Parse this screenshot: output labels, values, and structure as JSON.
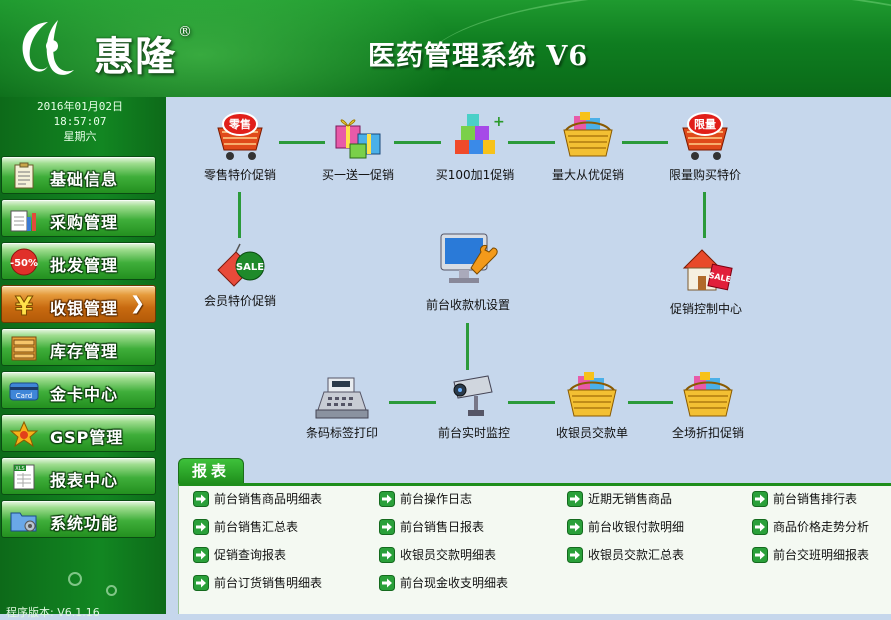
{
  "header": {
    "brand": "惠隆",
    "registered": "®",
    "app_title": "医药管理系统 V6"
  },
  "sidebar": {
    "date": "2016年01月02日",
    "time": "18:57:07",
    "weekday": "星期六",
    "version_text": "程序版本: V6.1.16",
    "items": [
      {
        "label": "基础信息",
        "icon": "clipboard-icon"
      },
      {
        "label": "采购管理",
        "icon": "bar-chart-icon"
      },
      {
        "label": "批发管理",
        "icon": "discount-50-icon"
      },
      {
        "label": "收银管理",
        "icon": "yen-icon",
        "active": true
      },
      {
        "label": "库存管理",
        "icon": "cabinet-icon"
      },
      {
        "label": "金卡中心",
        "icon": "card-icon"
      },
      {
        "label": "GSP管理",
        "icon": "star-icon"
      },
      {
        "label": "报表中心",
        "icon": "xls-icon"
      },
      {
        "label": "系统功能",
        "icon": "folder-gear-icon"
      }
    ]
  },
  "flow": {
    "nodes": [
      {
        "label": "零售特价促销",
        "icon": "retail-cart-icon",
        "badge": "零售"
      },
      {
        "label": "买一送一促销",
        "icon": "gift-boxes-icon"
      },
      {
        "label": "买100加1促销",
        "icon": "plus-cubes-icon"
      },
      {
        "label": "量大从优促销",
        "icon": "gift-basket-icon"
      },
      {
        "label": "限量购买特价",
        "icon": "limit-cart-icon",
        "badge": "限量"
      },
      {
        "label": "会员特价促销",
        "icon": "sale-tag-icon",
        "badge": "SALE"
      },
      {
        "label": "前台收款机设置",
        "icon": "monitor-wrench-icon"
      },
      {
        "label": "促销控制中心",
        "icon": "sale-house-icon"
      },
      {
        "label": "条码标签打印",
        "icon": "cash-register-icon"
      },
      {
        "label": "前台实时监控",
        "icon": "camera-icon"
      },
      {
        "label": "收银员交款单",
        "icon": "gift-basket-icon"
      },
      {
        "label": "全场折扣促销",
        "icon": "gift-basket-icon"
      }
    ]
  },
  "reports": {
    "tab_label": "报表",
    "items": [
      "前台销售商品明细表",
      "前台操作日志",
      "近期无销售商品",
      "前台销售排行表",
      "前台销售汇总表",
      "前台销售日报表",
      "前台收银付款明细",
      "商品价格走势分析",
      "促销查询报表",
      "收银员交款明细表",
      "收银员交款汇总表",
      "前台交班明细报表",
      "前台订货销售明细表",
      "前台现金收支明细表"
    ]
  },
  "colors": {
    "header_green": "#0f7d20",
    "active_orange": "#c86a10",
    "connector": "#2b9a3a",
    "main_bg": "#c6d7ec"
  }
}
